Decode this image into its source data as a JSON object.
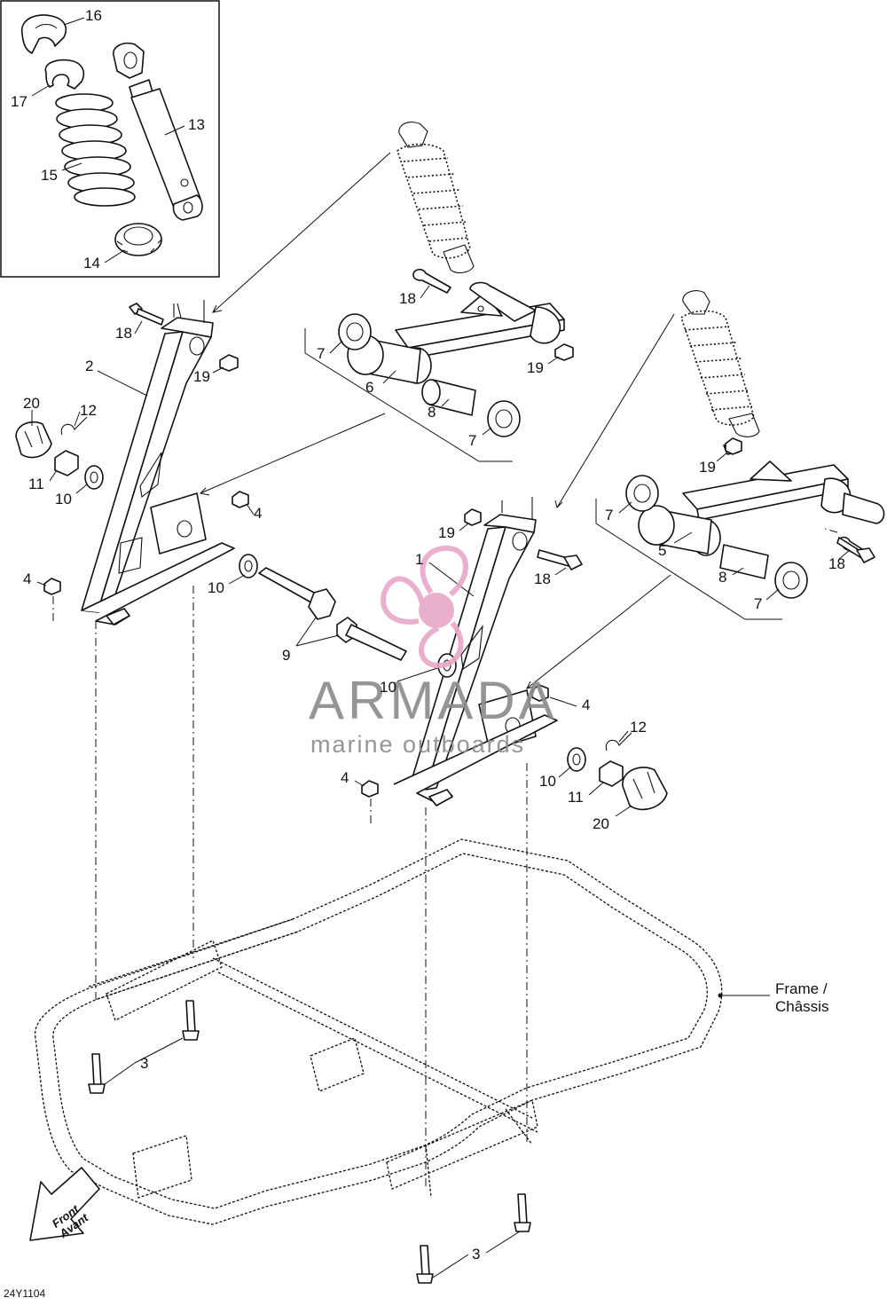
{
  "diagram_code": "24Y1104",
  "frame_label": {
    "line1": "Frame /",
    "line2": "Châssis"
  },
  "front_label": {
    "line1": "Front",
    "line2": "Avant"
  },
  "watermark": {
    "brand": "ARMADA",
    "tagline": "marine outboards"
  },
  "colors": {
    "line": "#111111",
    "watermark_text": "#8a8a8a",
    "watermark_logo": "#e8a7c8"
  },
  "callouts": [
    "16",
    "17",
    "13",
    "15",
    "14",
    "18",
    "2",
    "19",
    "20",
    "12",
    "11",
    "10",
    "4",
    "4",
    "7",
    "6",
    "8",
    "7",
    "18",
    "19",
    "1",
    "19",
    "18",
    "10",
    "9",
    "10",
    "4",
    "12",
    "10",
    "11",
    "20",
    "4",
    "3",
    "3",
    "19",
    "7",
    "5",
    "8",
    "7",
    "18"
  ]
}
